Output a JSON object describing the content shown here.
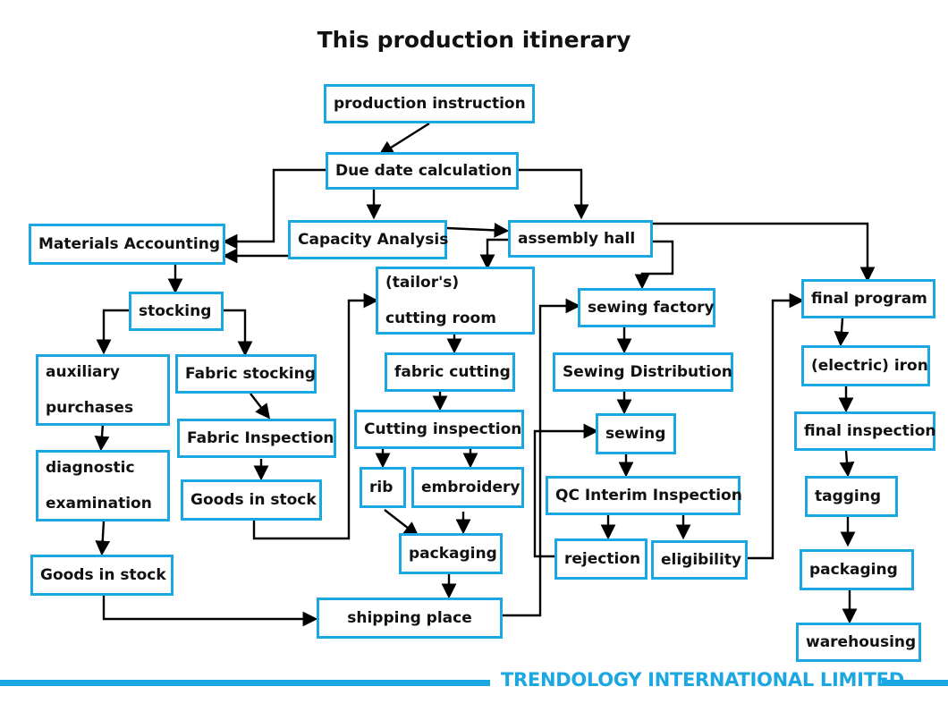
{
  "title": "This production itinerary",
  "brand": "TRENDOLOGY INTERNATIONAL LIMITED",
  "colors": {
    "box_border": "#1ba7e1",
    "arrow": "#000000",
    "brand": "#1ba7e1"
  },
  "nodes": {
    "production_instruction": "production instruction",
    "due_date_calculation": "Due date calculation",
    "materials_accounting": "Materials Accounting",
    "capacity_analysis": "Capacity Analysis",
    "assembly_hall": "assembly hall",
    "stocking": "stocking",
    "auxiliary_purchases_1": "auxiliary",
    "auxiliary_purchases_2": "purchases",
    "fabric_stocking": "Fabric stocking",
    "fabric_inspection": "Fabric Inspection",
    "diagnostic_examination_1": "diagnostic",
    "diagnostic_examination_2": "examination",
    "goods_in_stock_left": "Goods in stock",
    "goods_in_stock_middle": "Goods in stock",
    "cutting_room_1": "(tailor's)",
    "cutting_room_2": "cutting room",
    "fabric_cutting": "fabric cutting",
    "cutting_inspection": "Cutting inspection",
    "rib": "rib",
    "embroidery": "embroidery",
    "packaging_middle": "packaging",
    "shipping_place": "shipping place",
    "sewing_factory": "sewing factory",
    "sewing_distribution": "Sewing Distribution",
    "sewing": "sewing",
    "qc_interim_inspection": "QC Interim Inspection",
    "rejection": "rejection",
    "eligibility": "eligibility",
    "final_program": "final program",
    "electric_iron": "(electric) iron",
    "final_inspection": "final inspection",
    "tagging": "tagging",
    "packaging_right": "packaging",
    "warehousing": "warehousing"
  }
}
